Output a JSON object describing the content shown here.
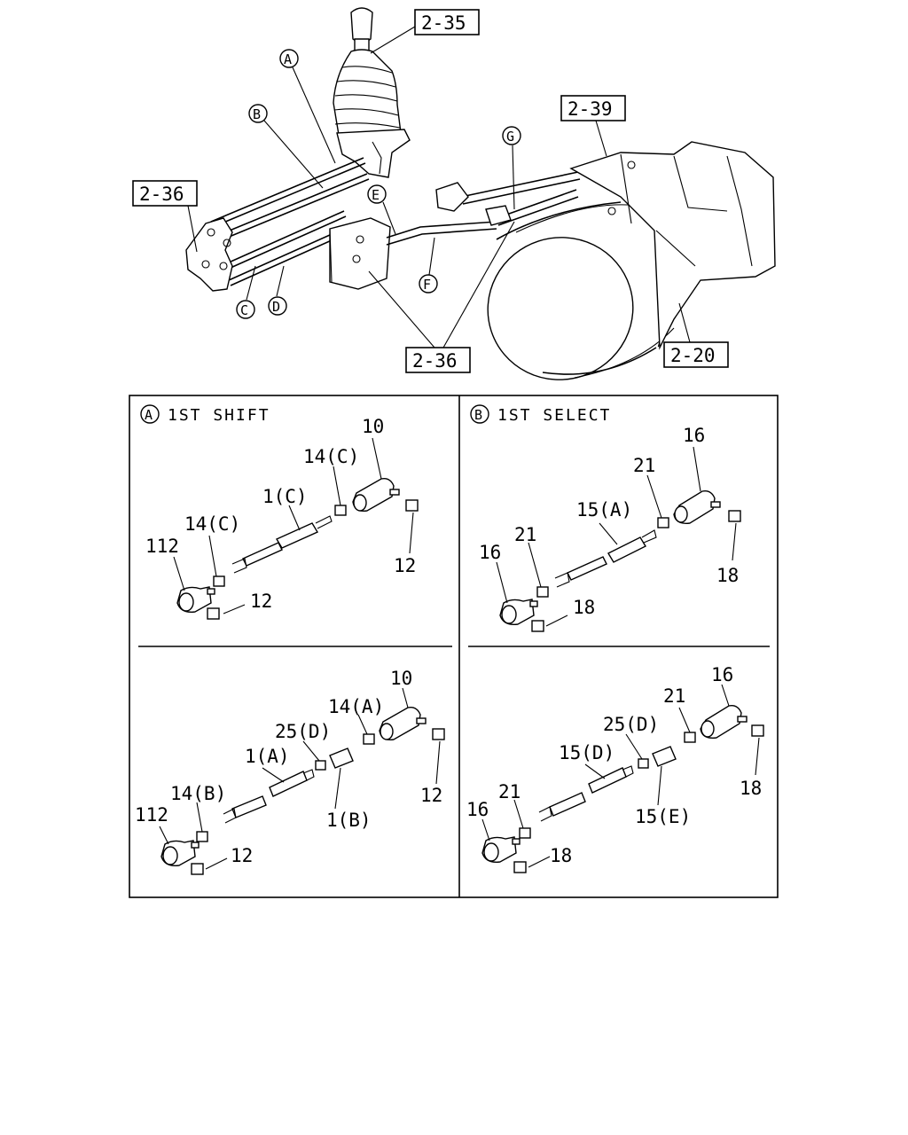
{
  "overview": {
    "refs": {
      "r235": "2-35",
      "r239": "2-39",
      "r236_left": "2-36",
      "r236_bottom": "2-36",
      "r220": "2-20"
    },
    "circles": {
      "a": "A",
      "b": "B",
      "c": "C",
      "d": "D",
      "e": "E",
      "f": "F",
      "g": "G"
    }
  },
  "panels": {
    "shift": {
      "circle": "A",
      "title": "1ST SHIFT",
      "top": {
        "l10": "10",
        "l14c_r": "14(C)",
        "l1c": "1(C)",
        "l14c_l": "14(C)",
        "l112": "112",
        "l12_r": "12",
        "l12_l": "12"
      },
      "bottom": {
        "l10": "10",
        "l14a": "14(A)",
        "l25d": "25(D)",
        "l1a": "1(A)",
        "l14b": "14(B)",
        "l112": "112",
        "l1b": "1(B)",
        "l12_r": "12",
        "l12_l": "12"
      }
    },
    "select": {
      "circle": "B",
      "title": "1ST SELECT",
      "top": {
        "l16_r": "16",
        "l21_r": "21",
        "l15a": "15(A)",
        "l21_l": "21",
        "l16_l": "16",
        "l18_r": "18",
        "l18_l": "18"
      },
      "bottom": {
        "l16_r": "16",
        "l21_r": "21",
        "l25d": "25(D)",
        "l15d": "15(D)",
        "l21_l": "21",
        "l16_l": "16",
        "l15e": "15(E)",
        "l18_r": "18",
        "l18_l": "18"
      }
    }
  }
}
